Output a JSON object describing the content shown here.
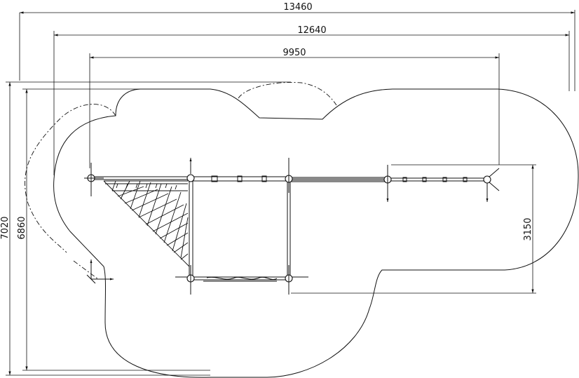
{
  "drawing": {
    "dimensions": {
      "overall_length": "13460",
      "safety_zone_length": "12640",
      "structure_length": "9950",
      "overall_width": "7020",
      "safety_zone_width": "6860",
      "structure_depth": "3150"
    }
  },
  "colors": {
    "line": "#111111",
    "background": "#ffffff"
  }
}
